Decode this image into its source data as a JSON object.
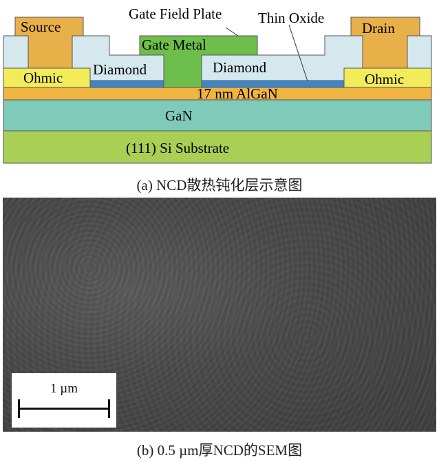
{
  "figure_a": {
    "labels": {
      "source": "Source",
      "drain": "Drain",
      "gate_field_plate": "Gate Field Plate",
      "thin_oxide": "Thin Oxide",
      "gate_metal": "Gate Metal",
      "diamond_left": "Diamond",
      "diamond_right": "Diamond",
      "ohmic_left": "Ohmic",
      "ohmic_right": "Ohmic",
      "algan": "17 nm AlGaN",
      "gan": "GaN",
      "substrate": "(111) Si Substrate"
    },
    "colors": {
      "metal": "#e8b048",
      "diamond": "#d4e8ee",
      "gate": "#6dbe4b",
      "ohmic": "#f2ec5a",
      "oxide": "#3f86c8",
      "algan": "#f0b442",
      "gan": "#7fcab8",
      "substrate": "#a9cf55"
    },
    "caption": "(a) NCD散热钝化层示意图"
  },
  "figure_b": {
    "scale_label": "1 µm",
    "caption": "(b) 0.5 µm厚NCD的SEM图"
  }
}
